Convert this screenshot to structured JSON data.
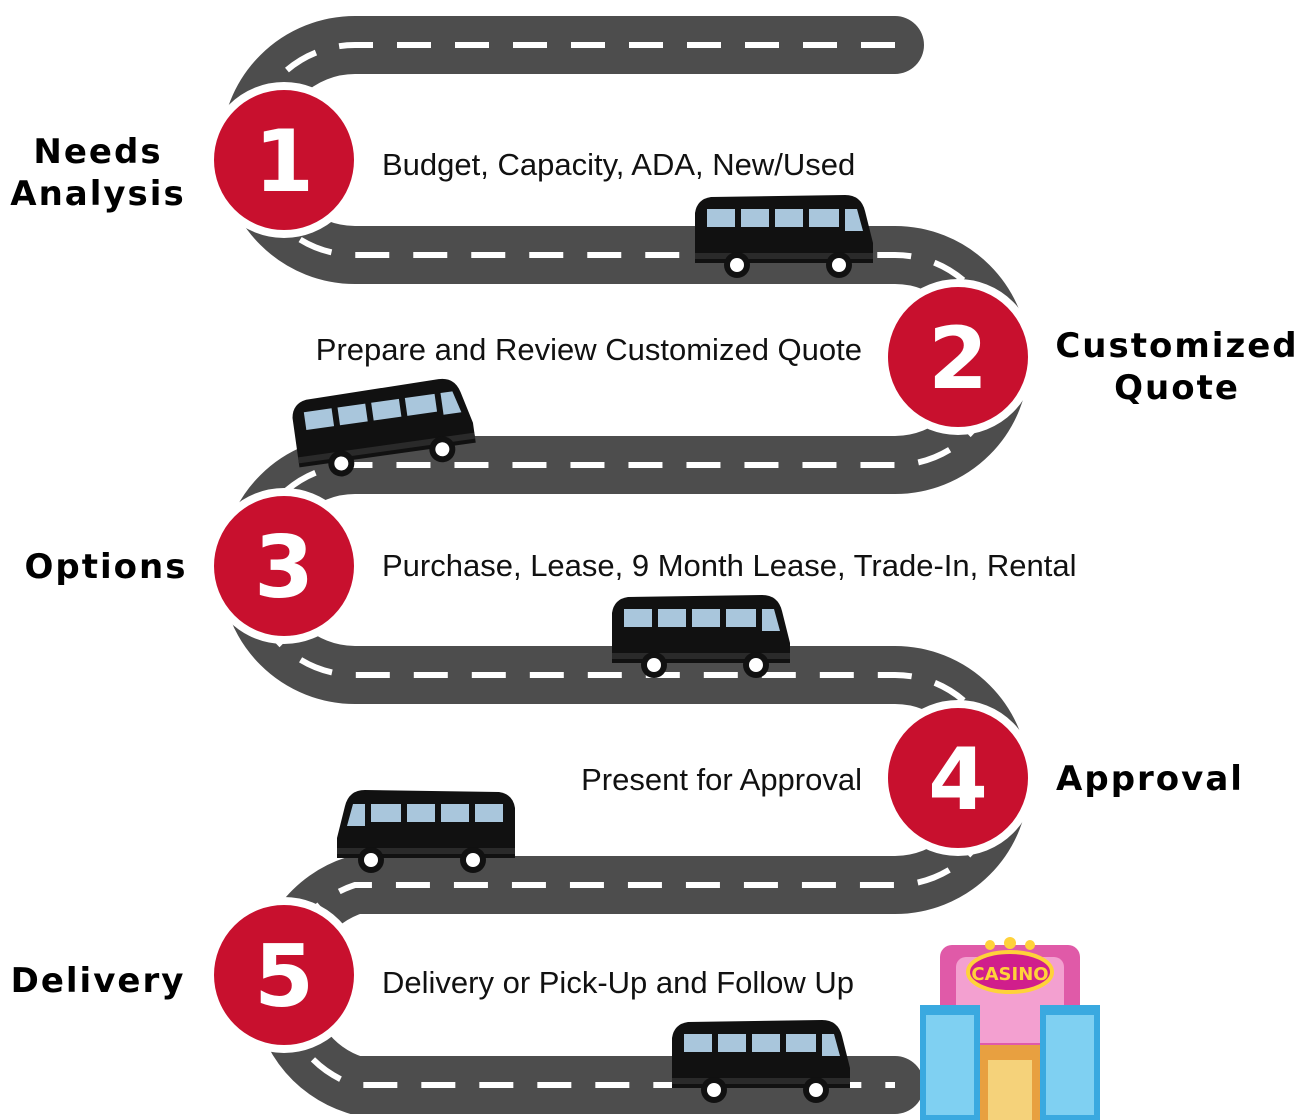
{
  "steps": [
    {
      "number": "1",
      "title": [
        "Needs",
        "Analysis"
      ],
      "description": "Budget, Capacity, ADA, New/Used"
    },
    {
      "number": "2",
      "title": [
        "Customized",
        "Quote"
      ],
      "description": "Prepare and Review Customized Quote"
    },
    {
      "number": "3",
      "title": [
        "Options"
      ],
      "description": "Purchase, Lease, 9 Month Lease, Trade-In, Rental"
    },
    {
      "number": "4",
      "title": [
        "Approval"
      ],
      "description": "Present for Approval"
    },
    {
      "number": "5",
      "title": [
        "Delivery"
      ],
      "description": "Delivery or Pick-Up and Follow Up"
    }
  ],
  "destination": {
    "sign_text": "CASINO"
  },
  "colors": {
    "road": "#4d4d4d",
    "lane_marking": "#ffffff",
    "step_circle": "#c8102e",
    "step_ring": "#ffffff",
    "bus_body": "#111111",
    "bus_windows": "#a9c6dc"
  },
  "icons": [
    "road",
    "step-circle",
    "shuttle-bus",
    "casino-building"
  ]
}
